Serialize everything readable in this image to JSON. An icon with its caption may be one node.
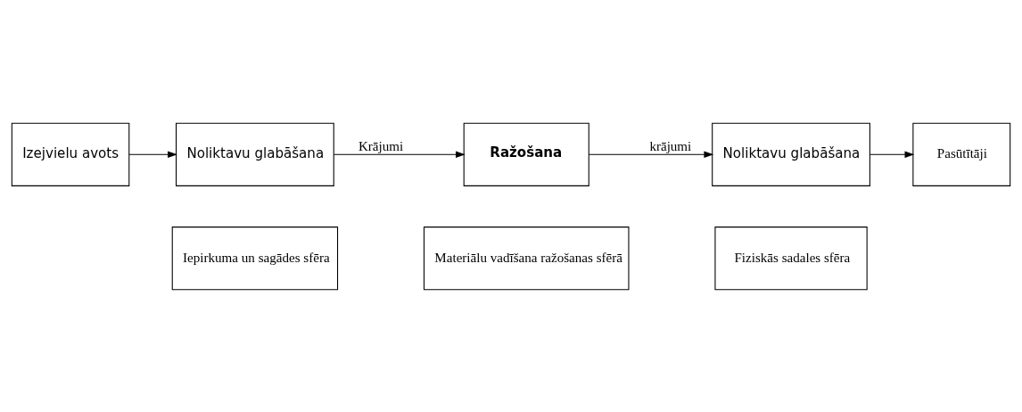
{
  "diagram": {
    "nodes": [
      {
        "text": [
          "Iepirkuma un sagādes sfēra"
        ]
      },
      {
        "text": [
          "Materiālu vadīšana ražošanas sfērā"
        ]
      },
      {
        "text": [
          "Fiziskās sadales sfēra"
        ]
      },
      {
        "text": [
          "Izejvielu avots"
        ]
      },
      {
        "text": [
          "Noliktavu glabāšana"
        ]
      },
      {
        "text": [
          "Ražošana"
        ]
      },
      {
        "text": [
          "Noliktavu glabāšana"
        ]
      },
      {
        "text": [
          "Pasūtītāji"
        ]
      }
    ],
    "edges": [
      {
        "from": 3,
        "to": 4,
        "arrow": "to"
      },
      {
        "from": 4,
        "to": 5,
        "arrow": "to",
        "label": "Krājumi"
      },
      {
        "from": 5,
        "to": 6,
        "arrow": "to",
        "label": "krājumi"
      },
      {
        "from": 6,
        "to": 7,
        "arrow": "to"
      }
    ]
  }
}
